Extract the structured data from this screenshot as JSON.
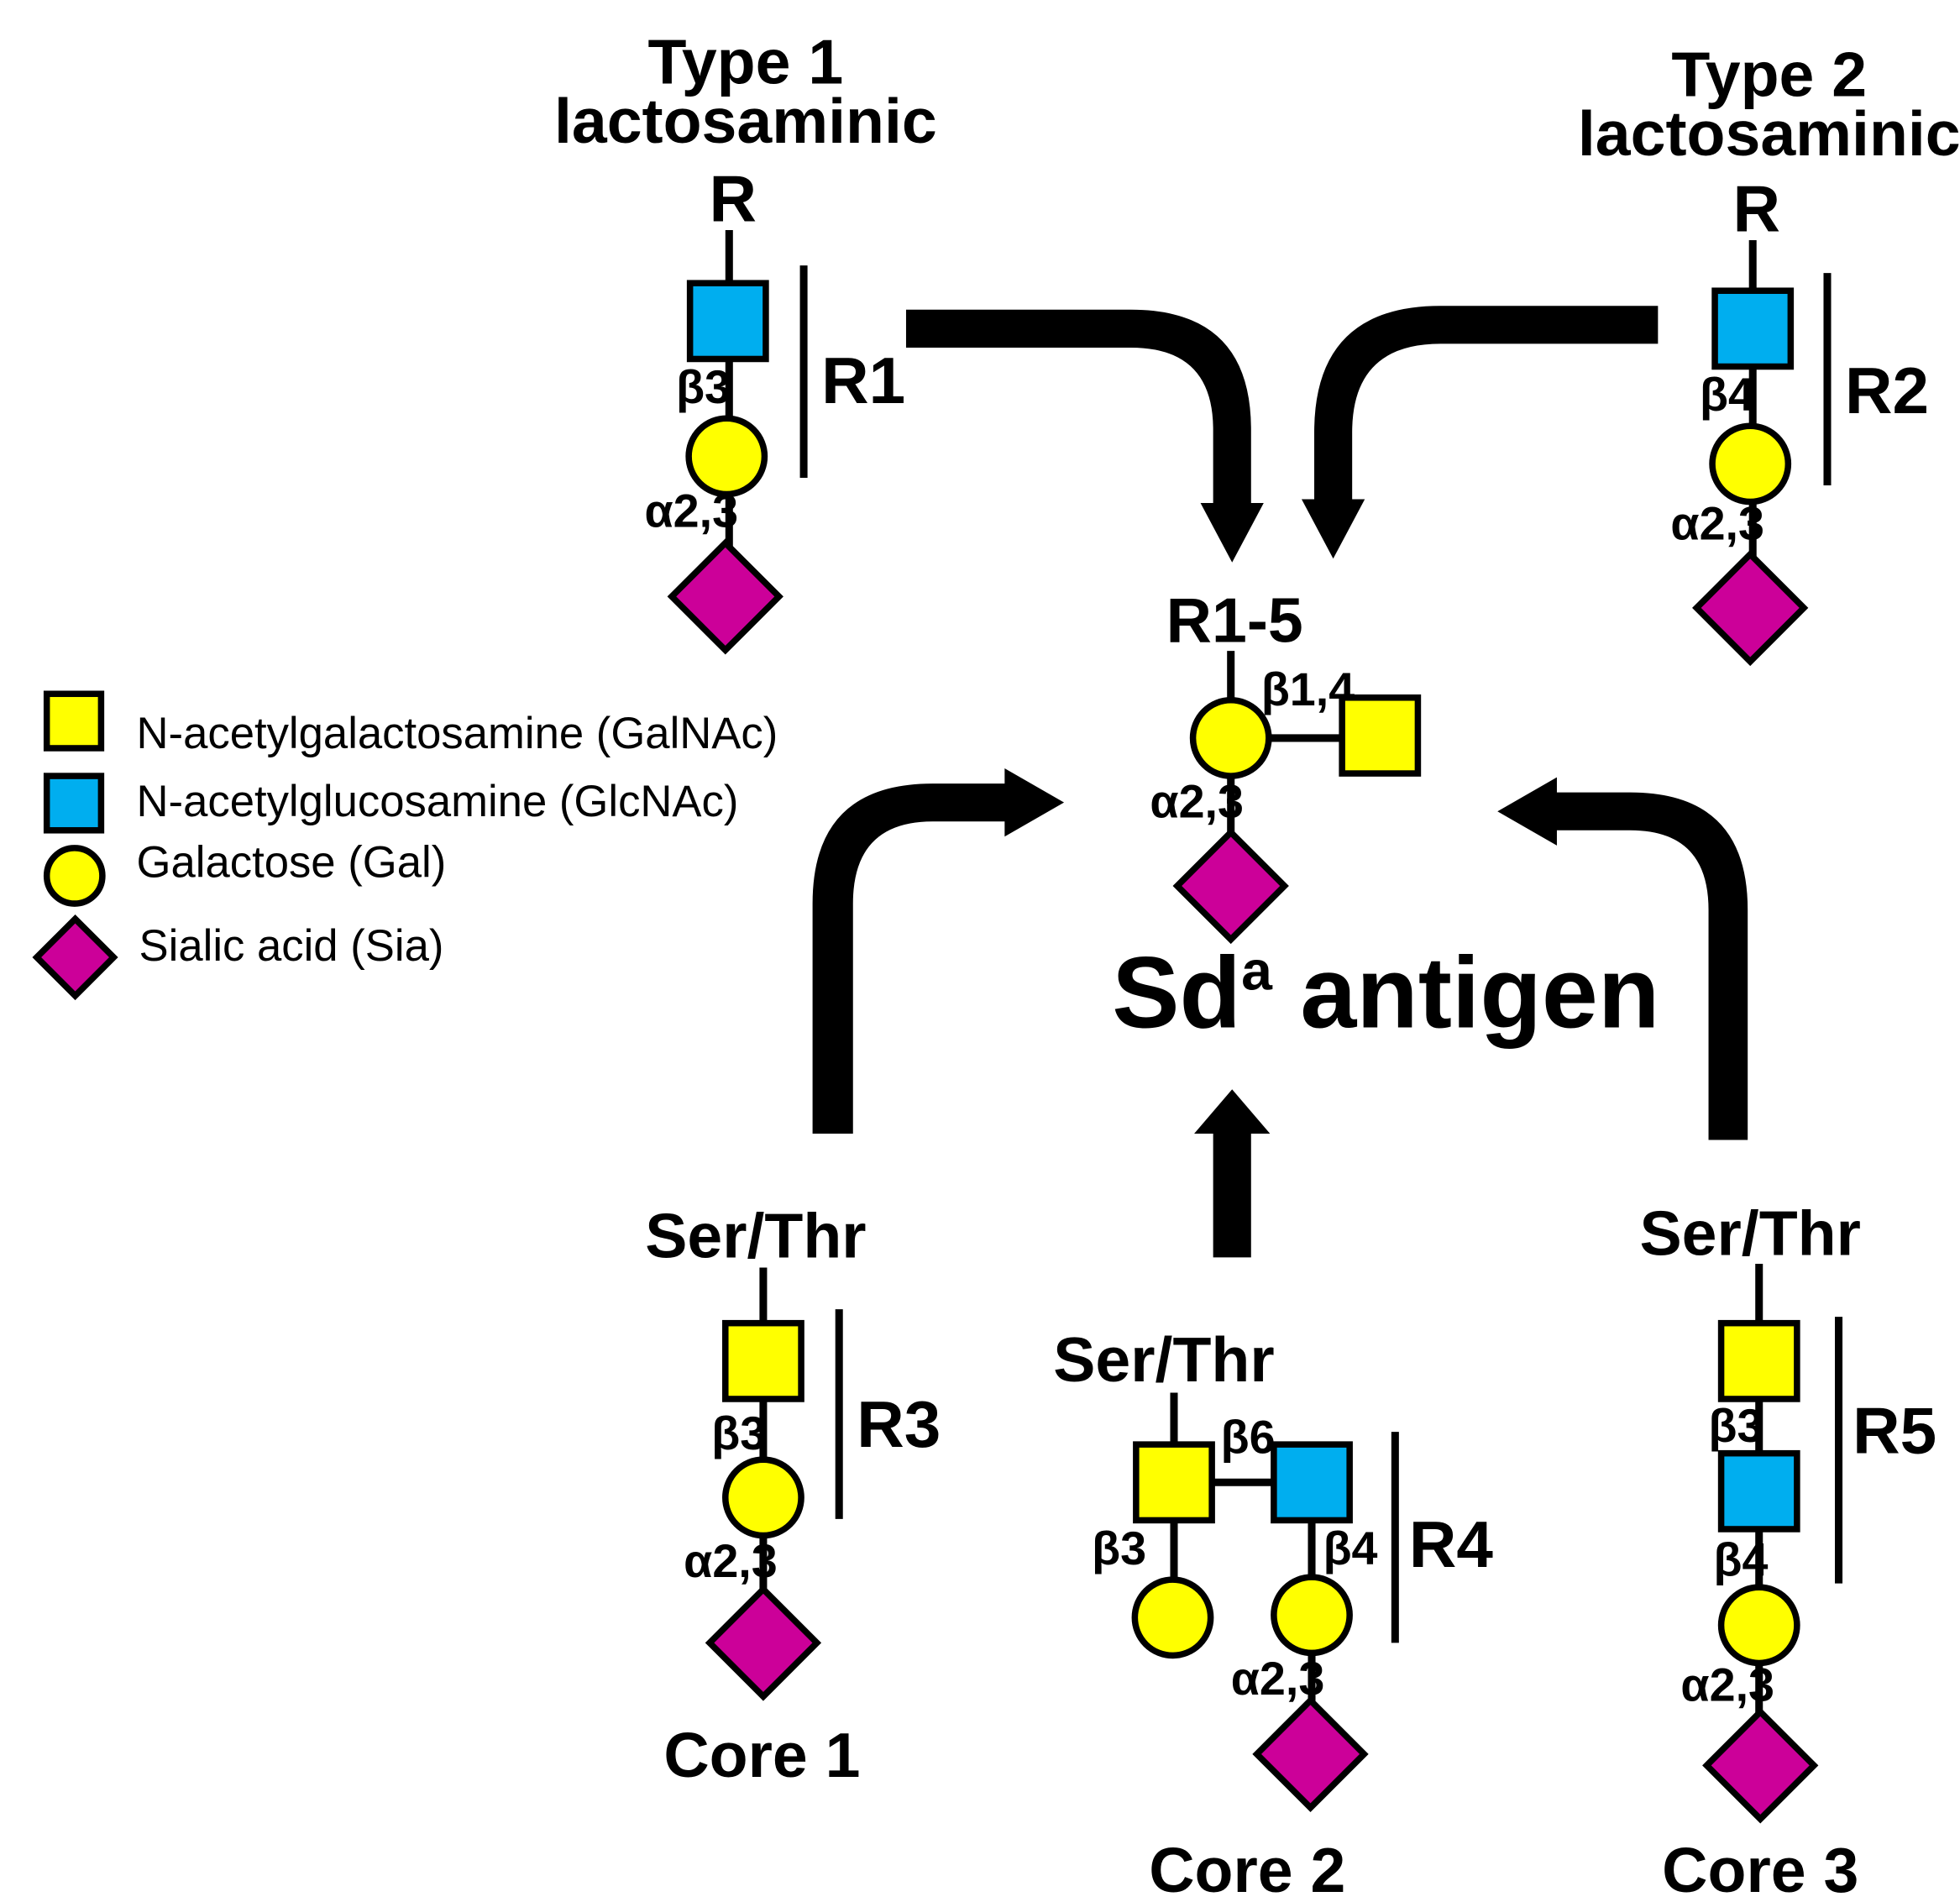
{
  "colors": {
    "galnac": "#FFFF00",
    "glcnac": "#00AEEF",
    "gal": "#FFFF00",
    "sia": "#CC0099"
  },
  "legend": [
    {
      "shape": "square",
      "color": "#FFFF00",
      "label": "N-acetylgalactosamine (GalNAc)"
    },
    {
      "shape": "square",
      "color": "#00AEEF",
      "label": "N-acetylglucosamine (GlcNAc)"
    },
    {
      "shape": "circle",
      "color": "#FFFF00",
      "label": "Galactose (Gal)"
    },
    {
      "shape": "diamond",
      "color": "#CC0099",
      "label": "Sialic acid (Sia)"
    }
  ],
  "type1": {
    "title_line1": "Type 1",
    "title_line2": "lactosaminic",
    "root": "R",
    "link1": "β3",
    "link2": "α2,3",
    "bracket": "R1"
  },
  "type2": {
    "title_line1": "Type 2",
    "title_line2": "lactosaminic",
    "root": "R",
    "link1": "β4",
    "link2": "α2,3",
    "bracket": "R2"
  },
  "center": {
    "root": "R1-5",
    "link_branch": "β1,4",
    "link_sia": "α2,3",
    "antigen_main": "Sd",
    "antigen_sup": "a",
    "antigen_rest": " antigen"
  },
  "core1": {
    "root": "Ser/Thr",
    "link1": "β3",
    "link2": "α2,3",
    "bracket": "R3",
    "caption": "Core 1"
  },
  "core2": {
    "root": "Ser/Thr",
    "link_branch": "β6",
    "link_gal": "β3",
    "link_gal2": "β4",
    "link_sia": "α2,3",
    "bracket": "R4",
    "caption": "Core 2"
  },
  "core3": {
    "root": "Ser/Thr",
    "link1": "β3",
    "link2": "β4",
    "link3": "α2,3",
    "bracket": "R5",
    "caption": "Core 3"
  }
}
